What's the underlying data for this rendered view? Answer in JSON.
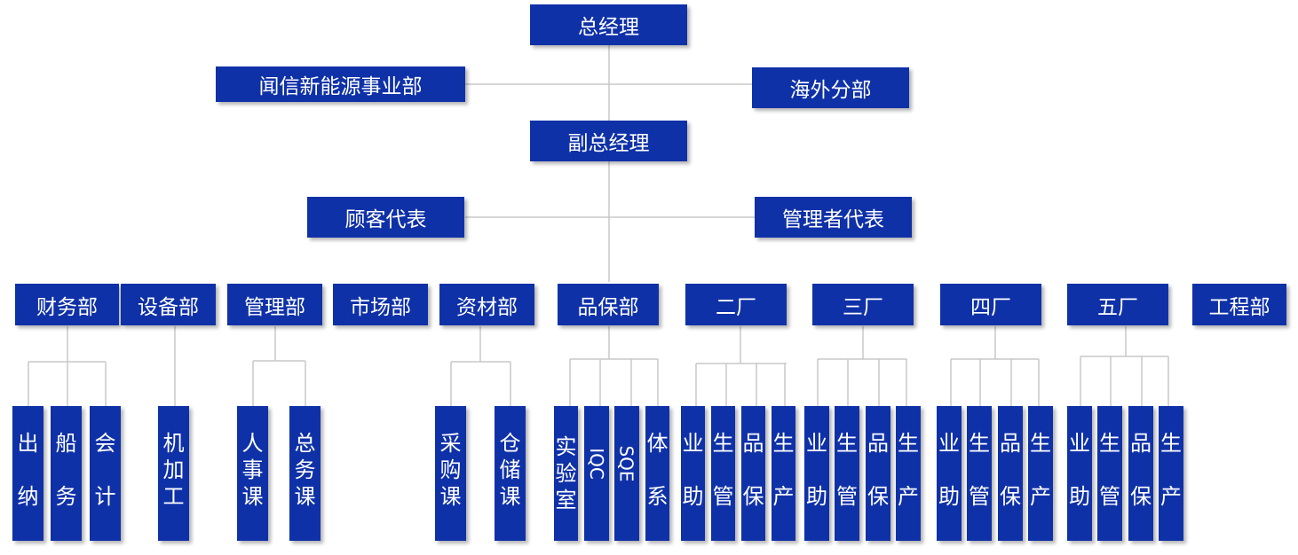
{
  "colors": {
    "box": "#0f31a8",
    "text": "#ffffff",
    "line": "#c8c8c8"
  },
  "top": {
    "general_manager": "总经理",
    "deputy_general_manager": "副总经理",
    "wenxin_new_energy": "闻信新能源事业部",
    "overseas_branch": "海外分部",
    "customer_rep": "顾客代表",
    "management_rep": "管理者代表"
  },
  "departments": [
    {
      "label": "财务部",
      "subunits": [
        "出纳",
        "船务",
        "会计"
      ]
    },
    {
      "label": "设备部",
      "subunits": [
        "机加工"
      ]
    },
    {
      "label": "管理部",
      "subunits": [
        "人事课",
        "总务课"
      ]
    },
    {
      "label": "市场部",
      "subunits": []
    },
    {
      "label": "资材部",
      "subunits": [
        "采购课",
        "仓储课"
      ]
    },
    {
      "label": "品保部",
      "subunits": [
        "实验室",
        "IQC",
        "SQE",
        "体系"
      ]
    },
    {
      "label": "二厂",
      "subunits": [
        "业助",
        "生管",
        "品保",
        "生产"
      ]
    },
    {
      "label": "三厂",
      "subunits": [
        "业助",
        "生管",
        "品保",
        "生产"
      ]
    },
    {
      "label": "四厂",
      "subunits": [
        "业助",
        "生管",
        "品保",
        "生产"
      ]
    },
    {
      "label": "五厂",
      "subunits": [
        "业助",
        "生管",
        "品保",
        "生产"
      ]
    },
    {
      "label": "工程部",
      "subunits": []
    }
  ]
}
